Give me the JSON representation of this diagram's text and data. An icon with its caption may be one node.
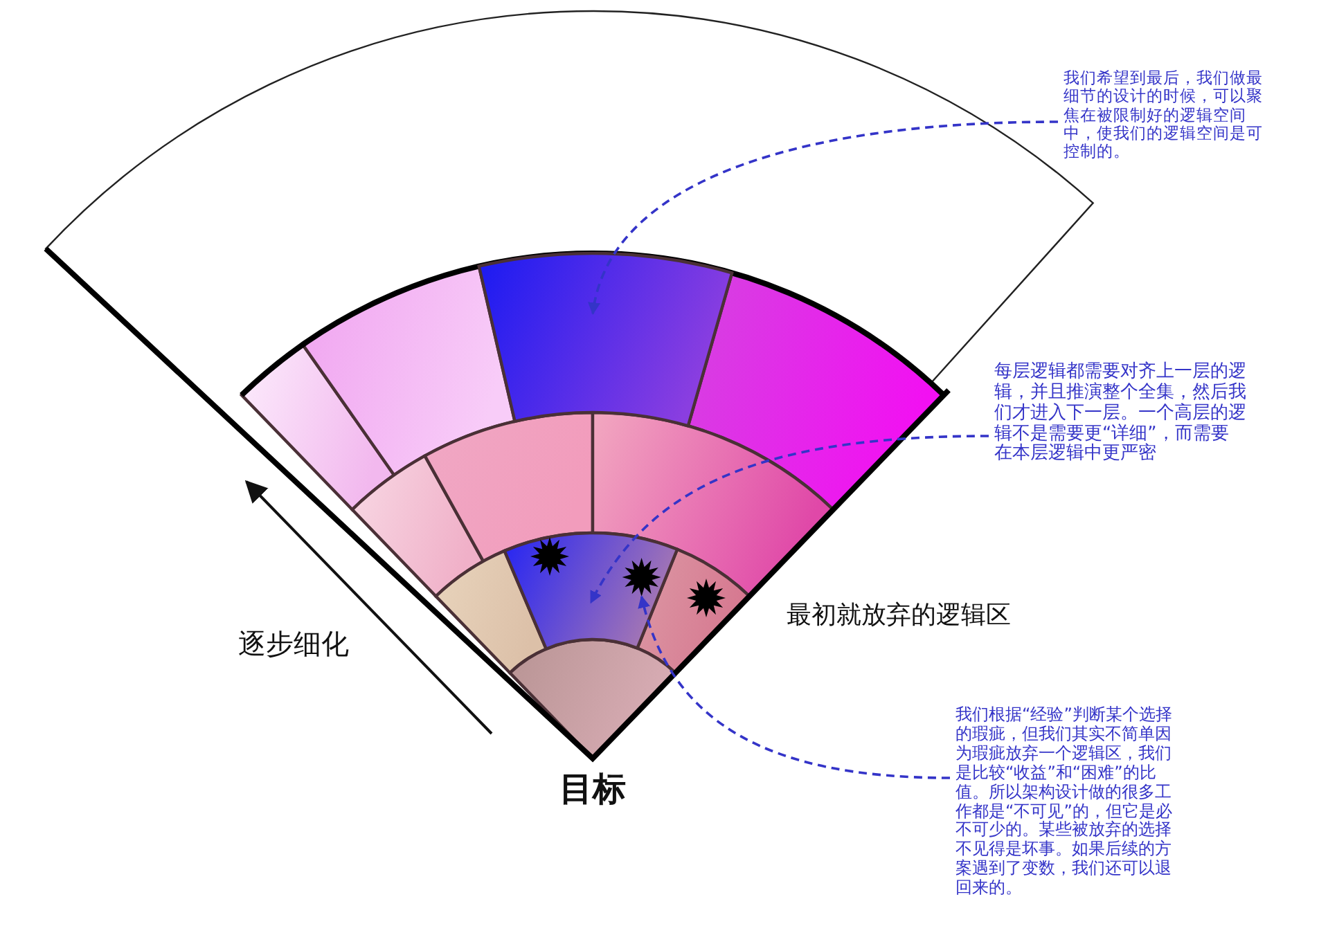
{
  "diagram": {
    "nodes": [
      {
        "text": [
          "我们希望到最后，我们做最细节的设计的时候，可以聚焦在被限制好的逻辑空间中，使我们的逻辑空间是可控制的。"
        ]
      },
      {
        "text": [],
        "shape": "box"
      },
      {
        "text": [
          "每层逻辑都需要对齐上一层的逻辑，并且推演整个全集，然后我们才进入下一层。一个高层的逻辑不是需要更“详细”，而需要在本层逻辑中更严密"
        ]
      },
      {
        "text": [],
        "shape": "box"
      },
      {
        "text": [],
        "shape": "star",
        "in": 3
      },
      {
        "text": [
          "我们根据“经验”判断某个选择的瑕疵，但我们其实不简单因为瑕疵放弃一个逻辑区，我们是比较“收益”和“困难”的比值。所以架构设计做的很多工作都是“不可见”的，但它是必不可少的。某些被放弃的选择不见得是坏事。如果后续的方案遇到了变数，我们还可以退回来的。"
        ]
      }
    ],
    "edges": [
      {
        "from": 0,
        "to": 1,
        "arrow": "to",
        "style": "dashed"
      },
      {
        "from": 2,
        "to": 3,
        "arrow": "to",
        "style": "dashed"
      },
      {
        "from": 5,
        "to": 4,
        "arrow": "to",
        "style": "dashed"
      }
    ],
    "labels": [
      "逐步细化",
      "最初就放弃的逻辑区",
      "目标"
    ]
  }
}
